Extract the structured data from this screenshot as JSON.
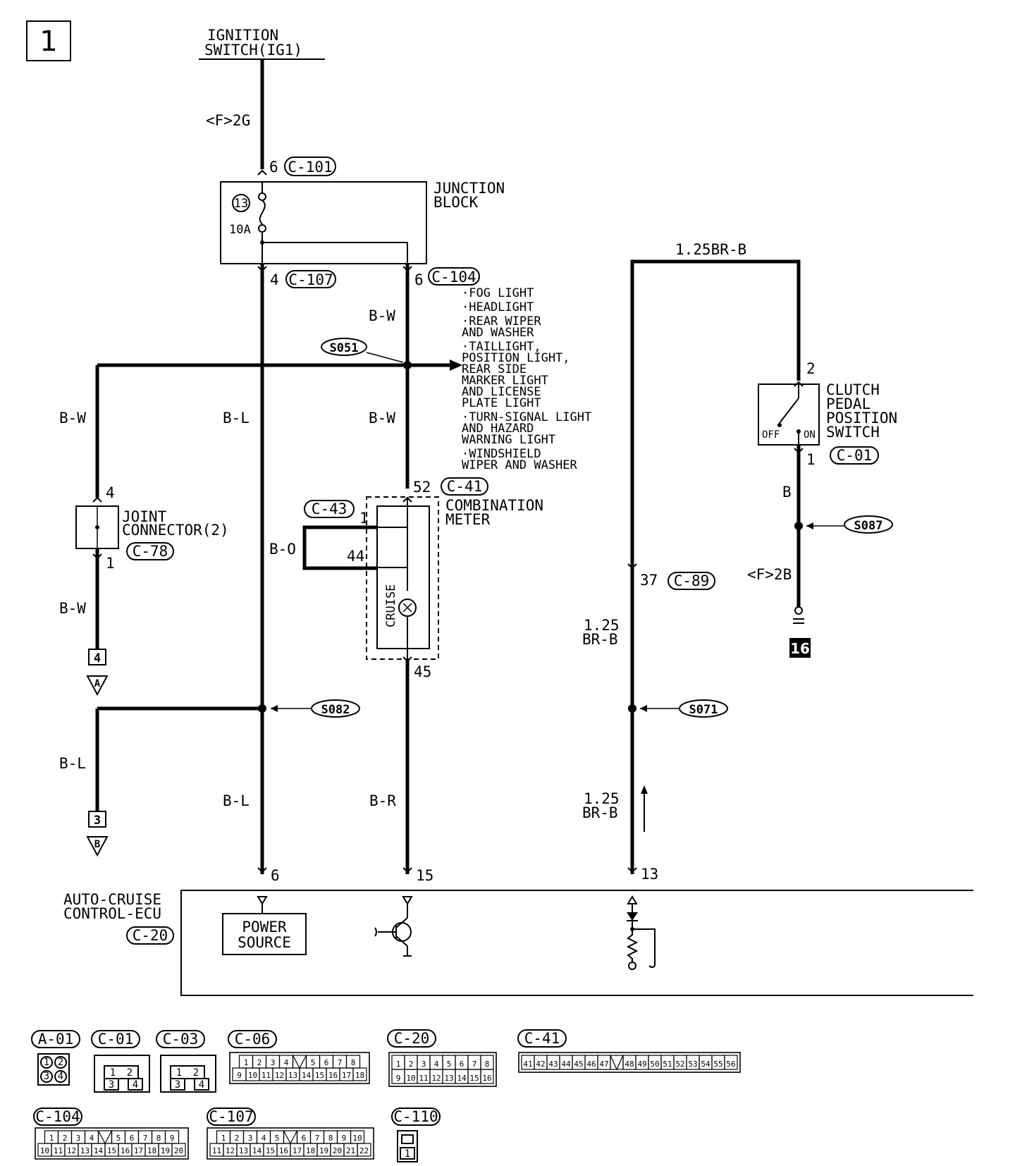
{
  "page_number": "1",
  "sources": {
    "ignition": [
      "IGNITION",
      "SWITCH(IG1)"
    ],
    "ignition_wire": "<F>2G"
  },
  "junction_block": {
    "title": [
      "JUNCTION",
      "BLOCK"
    ],
    "in_pin": "6",
    "in_conn": "C-101",
    "fuse_no": "13",
    "fuse_amp": "10A",
    "out_left_pin": "4",
    "out_left_conn": "C-107",
    "out_right_pin": "6",
    "out_right_conn": "C-104"
  },
  "wires": {
    "bw_top": "B-W",
    "bw_mid": "B-W",
    "bl_main": "B-L",
    "bw_left": "B-W",
    "bw_left_low": "B-W",
    "bo": "B-O",
    "bl_branch": "B-L",
    "bl_low": "B-L",
    "br": "B-R",
    "brb_top": "1.25BR-B",
    "brb_mid": [
      "1.25",
      "BR-B"
    ],
    "brb_low": [
      "1.25",
      "BR-B"
    ],
    "b_clutch": "B",
    "f2b": "<F>2B"
  },
  "splices": {
    "s051": "S051",
    "s082": "S082",
    "s071": "S071",
    "s087": "S087"
  },
  "loads": [
    "·FOG LIGHT",
    "·HEADLIGHT",
    "·REAR WIPER",
    " AND WASHER",
    "·TAILLIGHT,",
    " POSITION LIGHT,",
    " REAR SIDE",
    " MARKER LIGHT",
    " AND LICENSE",
    " PLATE LIGHT",
    "·TURN-SIGNAL LIGHT",
    " AND HAZARD",
    " WARNING LIGHT",
    "·WINDSHIELD",
    " WIPER AND WASHER"
  ],
  "joint_connector": {
    "title": [
      "JOINT",
      "CONNECTOR(2)"
    ],
    "conn": "C-78",
    "pin_top": "4",
    "pin_bottom": "1"
  },
  "refs": {
    "ref4": "4",
    "refA": "A",
    "ref3": "3",
    "refB": "B"
  },
  "combination_meter": {
    "title": [
      "COMBINATION",
      "METER"
    ],
    "pin52": "52",
    "conn52": "C-41",
    "pin1": "1",
    "conn1": "C-43",
    "pin44": "44",
    "pin45": "45",
    "indicator": "CRUISE"
  },
  "clutch_switch": {
    "title": [
      "CLUTCH",
      "PEDAL",
      "POSITION",
      "SWITCH"
    ],
    "pin_top": "2",
    "pin_bottom": "1",
    "conn": "C-01",
    "off": "OFF",
    "on": "ON",
    "ground_no": "16"
  },
  "ecu": {
    "title": [
      "AUTO-CRUISE",
      "CONTROL-ECU"
    ],
    "conn": "C-20",
    "pin_power": "6",
    "pin_cruise": "15",
    "pin_clutch": "13",
    "power_source": [
      "POWER",
      "SOURCE"
    ],
    "pin37": "37",
    "conn37": "C-89"
  },
  "connector_views": [
    {
      "id": "A-01",
      "pins": [
        "1",
        "2",
        "3",
        "4"
      ]
    },
    {
      "id": "C-01",
      "pins": [
        "1",
        "2",
        "3",
        "4"
      ]
    },
    {
      "id": "C-03",
      "pins": [
        "1",
        "2",
        "3",
        "4"
      ]
    },
    {
      "id": "C-06",
      "row1": [
        "1",
        "2",
        "3",
        "4",
        "",
        "5",
        "6",
        "7",
        "8"
      ],
      "row2": [
        "9",
        "10",
        "11",
        "12",
        "13",
        "14",
        "15",
        "16",
        "17",
        "18"
      ]
    },
    {
      "id": "C-20",
      "row1": [
        "1",
        "2",
        "3",
        "4",
        "5",
        "6",
        "7",
        "8"
      ],
      "row2": [
        "9",
        "10",
        "11",
        "12",
        "13",
        "14",
        "15",
        "16"
      ]
    },
    {
      "id": "C-41",
      "row1": [
        "41",
        "42",
        "43",
        "44",
        "45",
        "46",
        "47",
        "",
        "48",
        "49",
        "50",
        "51",
        "52",
        "53",
        "54",
        "55",
        "56"
      ]
    },
    {
      "id": "C-104",
      "row1": [
        "1",
        "2",
        "3",
        "4",
        "",
        "5",
        "6",
        "7",
        "8",
        "9"
      ],
      "row2": [
        "10",
        "11",
        "12",
        "13",
        "14",
        "15",
        "16",
        "17",
        "18",
        "19",
        "20"
      ]
    },
    {
      "id": "C-107",
      "row1": [
        "1",
        "2",
        "3",
        "4",
        "5",
        "",
        "6",
        "7",
        "8",
        "9",
        "10"
      ],
      "row2": [
        "11",
        "12",
        "13",
        "14",
        "15",
        "16",
        "17",
        "18",
        "19",
        "20",
        "21",
        "22"
      ]
    },
    {
      "id": "C-110",
      "pins": [
        "1"
      ]
    }
  ]
}
